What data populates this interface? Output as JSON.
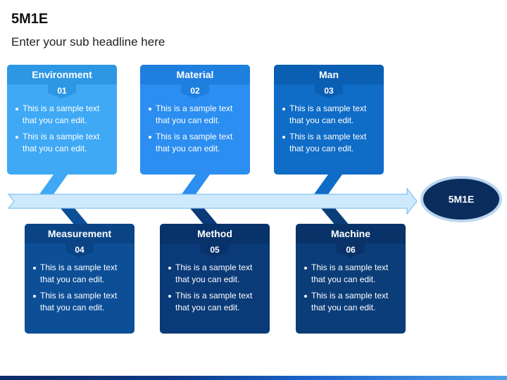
{
  "title": "5M1E",
  "subtitle": "Enter your sub headline here",
  "center_label": "5M1E",
  "colors": {
    "card1": "#3fa9f5",
    "card1_header": "#2e97e4",
    "card2": "#2b8ef0",
    "card2_header": "#1f7fdf",
    "card3": "#0f6cc7",
    "card3_header": "#0b5fb3",
    "card4": "#0d4f97",
    "card4_header": "#0a4485",
    "card5": "#0a3a78",
    "card5_header": "#08326a",
    "card6": "#0b3d78",
    "card6_header": "#093368",
    "arrow_fill": "#cfe9fc",
    "arrow_stroke": "#6ab8ef",
    "ellipse_fill": "#0a2d5e",
    "ellipse_stroke": "#bcd6ef"
  },
  "cards": [
    {
      "title": "Environment",
      "num": "01",
      "bullets": [
        "This is a sample text that you can edit.",
        "This is a sample text that you can edit."
      ]
    },
    {
      "title": "Material",
      "num": "02",
      "bullets": [
        "This is a sample text that you can edit.",
        "This is a sample text that you can edit."
      ]
    },
    {
      "title": "Man",
      "num": "03",
      "bullets": [
        "This is a sample text that you can edit.",
        "This is a sample text that you can edit."
      ]
    },
    {
      "title": "Measurement",
      "num": "04",
      "bullets": [
        "This is a sample text that you can edit.",
        "This is a sample text that you can edit."
      ]
    },
    {
      "title": "Method",
      "num": "05",
      "bullets": [
        "This is a sample text that you can edit.",
        "This is a sample text that you can edit."
      ]
    },
    {
      "title": "Machine",
      "num": "06",
      "bullets": [
        "This is a sample text that you can edit.",
        "This is a sample text that you can edit."
      ]
    }
  ]
}
